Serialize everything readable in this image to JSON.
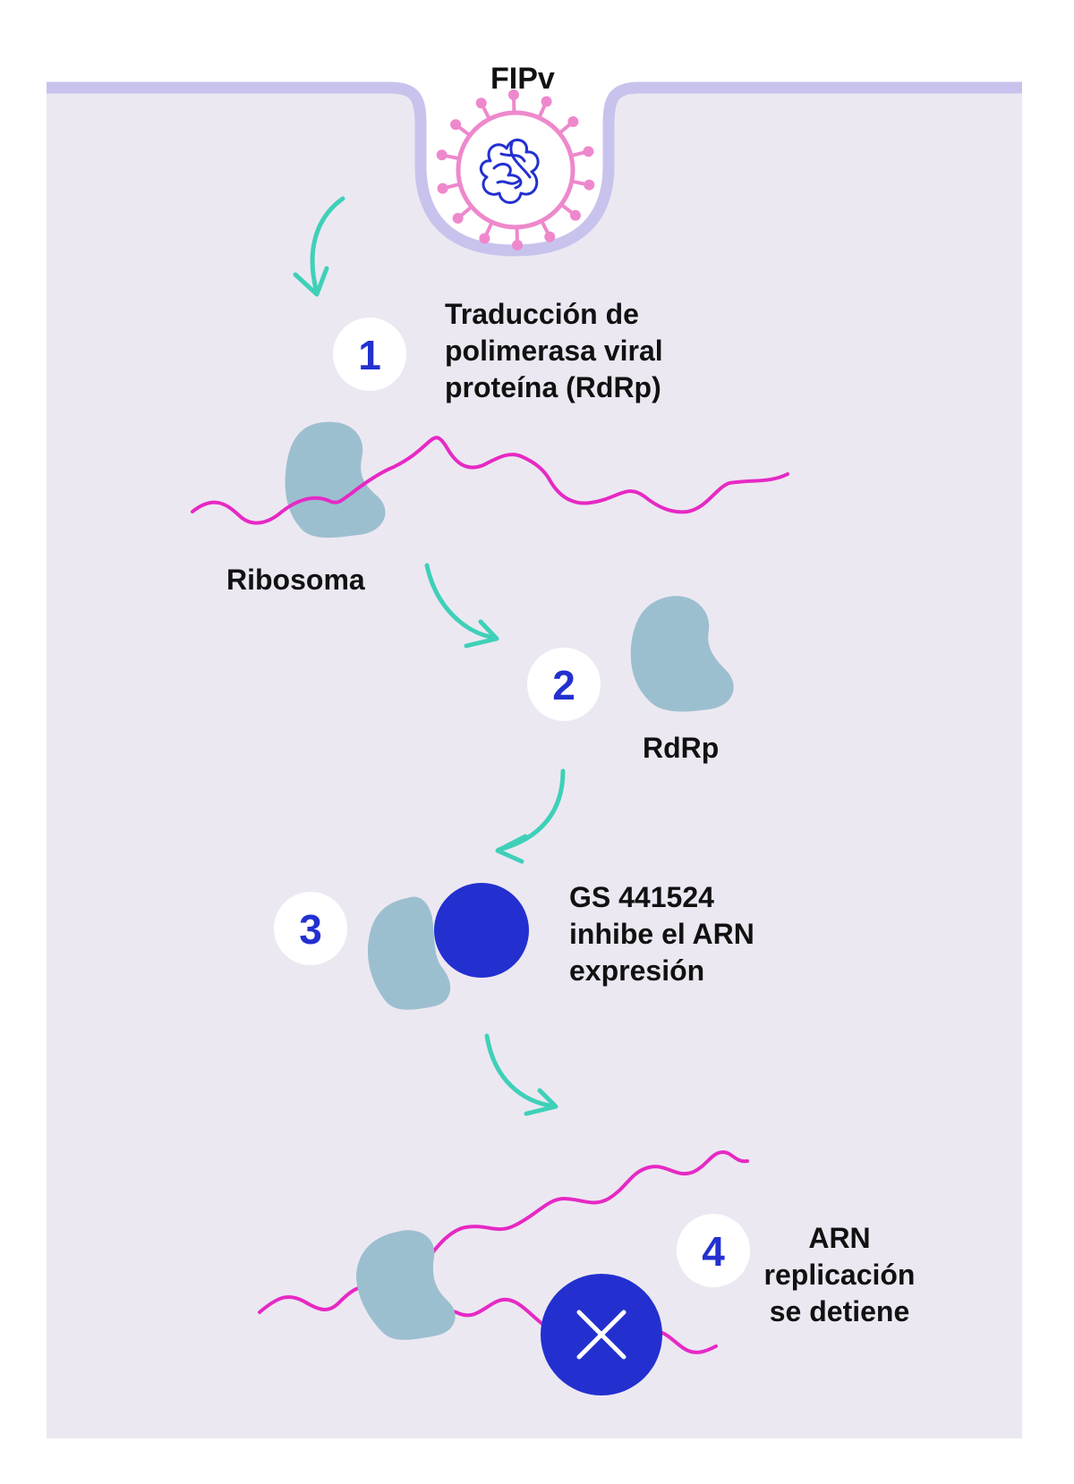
{
  "virus_label": "FIPv",
  "steps": [
    {
      "number": "1",
      "lines": [
        "Traducción de",
        "polimerasa viral",
        "proteína (RdRp)"
      ]
    },
    {
      "number": "2",
      "lines": []
    },
    {
      "number": "3",
      "lines": [
        "GS 441524",
        "inhibe el ARN",
        "expresión"
      ]
    },
    {
      "number": "4",
      "lines": [
        "ARN",
        "replicación",
        "se detiene"
      ]
    }
  ],
  "labels": {
    "ribosome": "Ribosoma",
    "rdrp": "RdRp"
  },
  "colors": {
    "background": "#ece8f2",
    "membrane": "#c8c3ec",
    "virus": "#ee88cc",
    "rna": "#e629c4",
    "protein": "#9cbfcf",
    "drug": "#2330cf",
    "arrow": "#3fd0b8",
    "number": "#2330cf",
    "badge": "#ffffff"
  },
  "icons": {
    "virus": "virus-icon",
    "stop": "close-icon"
  }
}
